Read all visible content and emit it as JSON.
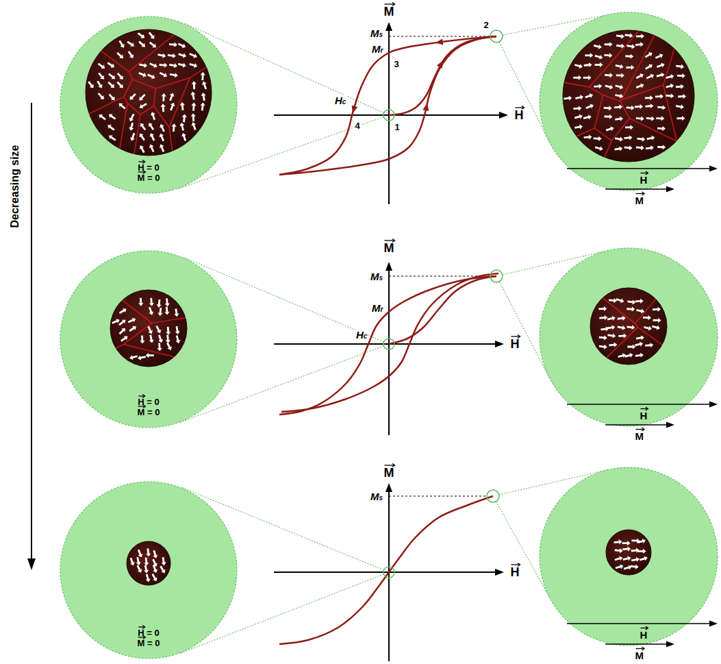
{
  "diagram": {
    "nodes": [
      {
        "text": [
          "H = 0",
          "M = 0"
        ]
      },
      {
        "text": [
          "H = 0",
          "M = 0"
        ]
      },
      {
        "text": [
          "H = 0",
          "M = 0"
        ]
      }
    ],
    "labels": [
      "Decreasing size",
      "M",
      "H",
      "Ms",
      "Mr",
      "Hc",
      "1",
      "2",
      "3",
      "4",
      "H",
      "M",
      "M",
      "H",
      "Ms",
      "Mr",
      "Hc",
      "H",
      "M",
      "M",
      "H",
      "Ms",
      "H",
      "M"
    ]
  }
}
